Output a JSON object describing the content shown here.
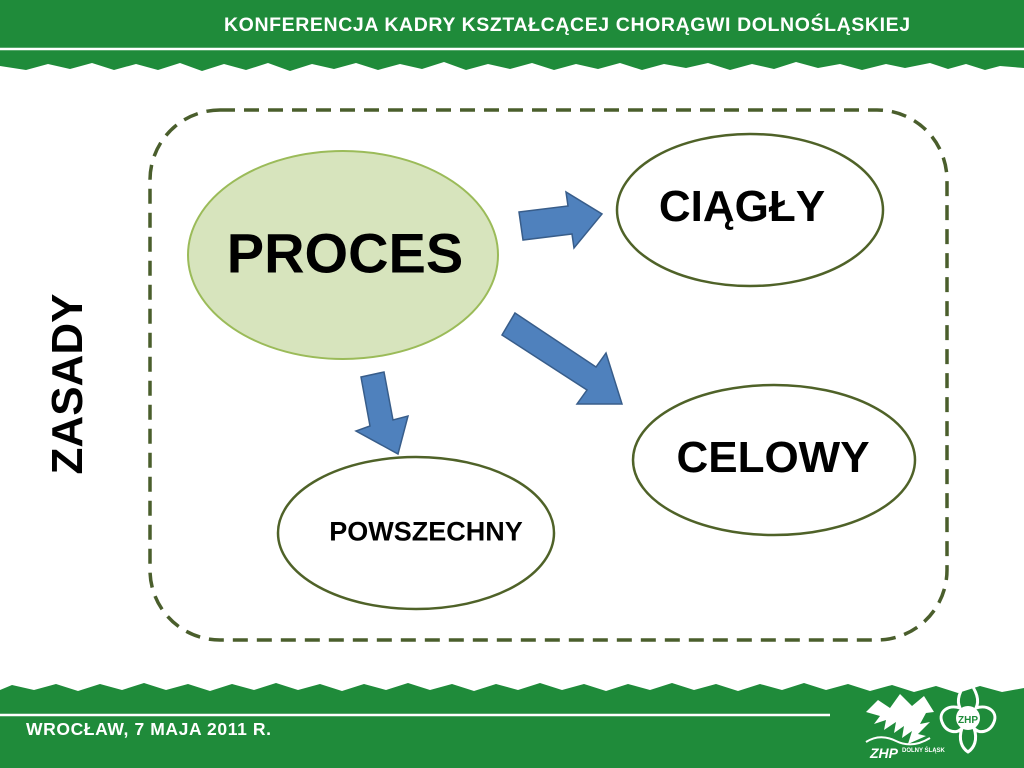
{
  "header": {
    "title": "KONFERENCJA KADRY KSZTAŁCĄCEJ CHORĄGWI DOLNOŚLĄSKIEJ"
  },
  "footer": {
    "date": "WROCŁAW, 7 MAJA 2011 R."
  },
  "diagram": {
    "side_label": "ZASADY",
    "center": "PROCES",
    "nodes": {
      "ciagly": "CIĄGŁY",
      "celowy": "CELOWY",
      "powszechny": "POWSZECHNY"
    }
  },
  "logos": {
    "zhp_dolny_slask": {
      "icon": "zhp-dolny-slask-logo-icon",
      "text": "ZHP",
      "subtext": "DOLNY ŚLĄSK"
    },
    "zhp_lily": {
      "icon": "zhp-lily-emblem-icon",
      "text": "ZHP"
    }
  },
  "colors": {
    "brand_green": "#1f8b3a",
    "frame_dash": "#4a5e2c",
    "proces_fill": "#d7e4bd",
    "proces_stroke": "#9bbb59",
    "node_stroke": "#4f6228",
    "arrow_fill": "#4f81bd",
    "arrow_stroke": "#385d8a"
  }
}
